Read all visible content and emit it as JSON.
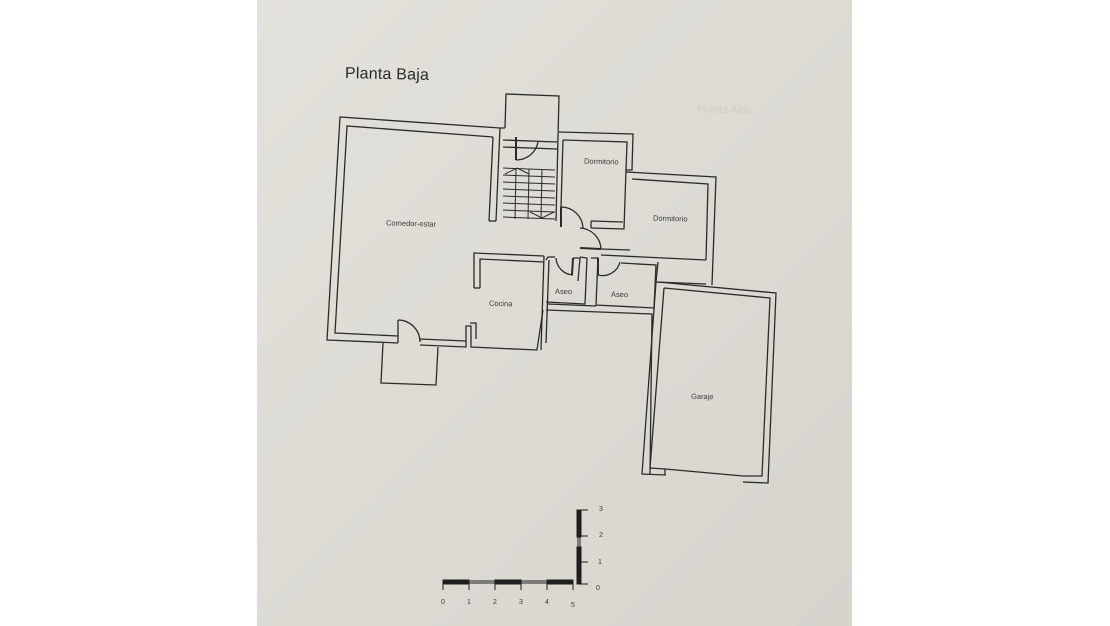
{
  "plan": {
    "title": "Planta Baja",
    "ghost_text": "Planta Alta",
    "colors": {
      "paper": "#dedcd5",
      "wall": "#2b2b2b",
      "label": "#3a3a3a"
    },
    "rooms": [
      {
        "id": "comedor-estar",
        "label": "Comedor-estar"
      },
      {
        "id": "dormitorio-1",
        "label": "Dormitorio"
      },
      {
        "id": "dormitorio-2",
        "label": "Dormitorio"
      },
      {
        "id": "cocina",
        "label": "Cocina"
      },
      {
        "id": "aseo-1",
        "label": "Aseo"
      },
      {
        "id": "aseo-2",
        "label": "Aseo"
      },
      {
        "id": "garaje",
        "label": "Garaje"
      }
    ]
  },
  "scale": {
    "horizontal_ticks": [
      "0",
      "1",
      "2",
      "3",
      "4",
      "5"
    ],
    "vertical_ticks": [
      "0",
      "1",
      "2",
      "3"
    ]
  }
}
